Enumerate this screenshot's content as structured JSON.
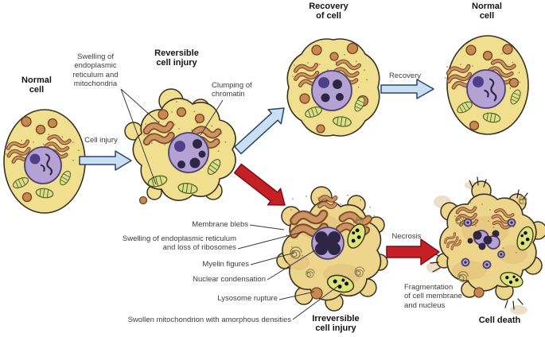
{
  "figure": {
    "stage_labels": {
      "normal_cell_left": "Normal\ncell",
      "reversible_cell_injury": "Reversible\ncell injury",
      "recovery_of_cell": "Recovery\nof cell",
      "normal_cell_right": "Normal\ncell",
      "irreversible_cell_injury": "Irreversible\ncell injury",
      "cell_death": "Cell death"
    },
    "arrow_labels": {
      "cell_injury": "Cell injury",
      "recovery": "Recovery",
      "necrosis": "Necrosis"
    },
    "annotations": {
      "swelling_er_mitochondria": "Swelling of\nendoplasmic\nreticulum and\nmitochondria",
      "clumping_of_chromatin": "Clumping of\nchromatin",
      "membrane_blebs": "Membrane blebs",
      "swelling_er_ribosomes": "Swelling of endoplasmic reticulum\nand loss of ribosomes",
      "myelin_figures": "Myelin figures",
      "nuclear_condensation": "Nuclear condensation",
      "lysosome_rupture": "Lysosome rupture",
      "swollen_mitochondrion": "Swollen mitochondrion with amorphous densities",
      "fragmentation": "Fragmentation\nof cell membrane\nand nucleus"
    }
  },
  "colors": {
    "cytoplasm": "#f1df90",
    "cytoplasm_inj": "#edd58c",
    "membrane": "#3a3122",
    "er": "#cf9262",
    "er_outline": "#7c4f2b",
    "nucleus": "#b3a2d3",
    "nucleus_outline": "#4d4170",
    "nucleolus": "#4f3f8a",
    "chromatin": "#2e2645",
    "mito": "#d9df8a",
    "mito_outline": "#55611f",
    "lysosome": "#c98850",
    "arrow_blue": "#ccdff2",
    "arrow_blue_outline": "#26456e",
    "arrow_red": "#c42127",
    "arrow_red_outline": "#7d1016"
  }
}
